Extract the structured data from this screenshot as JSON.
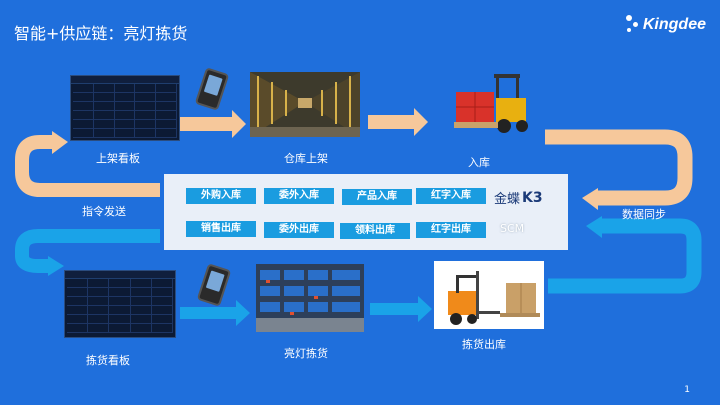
{
  "header": {
    "title": "智能+供应链：亮灯拣货",
    "logo_text": "Kingdee"
  },
  "flow": {
    "top": {
      "board_label": "上架看板",
      "warehouse_label": "仓库上架",
      "inbound_label": "入库"
    },
    "middle": {
      "left_label": "指令发送",
      "right_label": "数据同步"
    },
    "bottom": {
      "board_label": "拣货看板",
      "light_label": "亮灯拣货",
      "outbound_label": "拣货出库"
    }
  },
  "system_panel": {
    "row1": [
      "外购入库",
      "委外入库",
      "产品入库",
      "红字入库"
    ],
    "row2": [
      "销售出库",
      "委外出库",
      "领料出库",
      "红字出库"
    ],
    "brand_text": "金蝶",
    "brand_mark": "K3",
    "scm_label": "SCM"
  },
  "page_number": "1",
  "colors": {
    "background": "#1f6fdc",
    "arrow_orange": "#f6c89b",
    "arrow_blue": "#1aa3e8",
    "button": "#1a9ce0"
  }
}
